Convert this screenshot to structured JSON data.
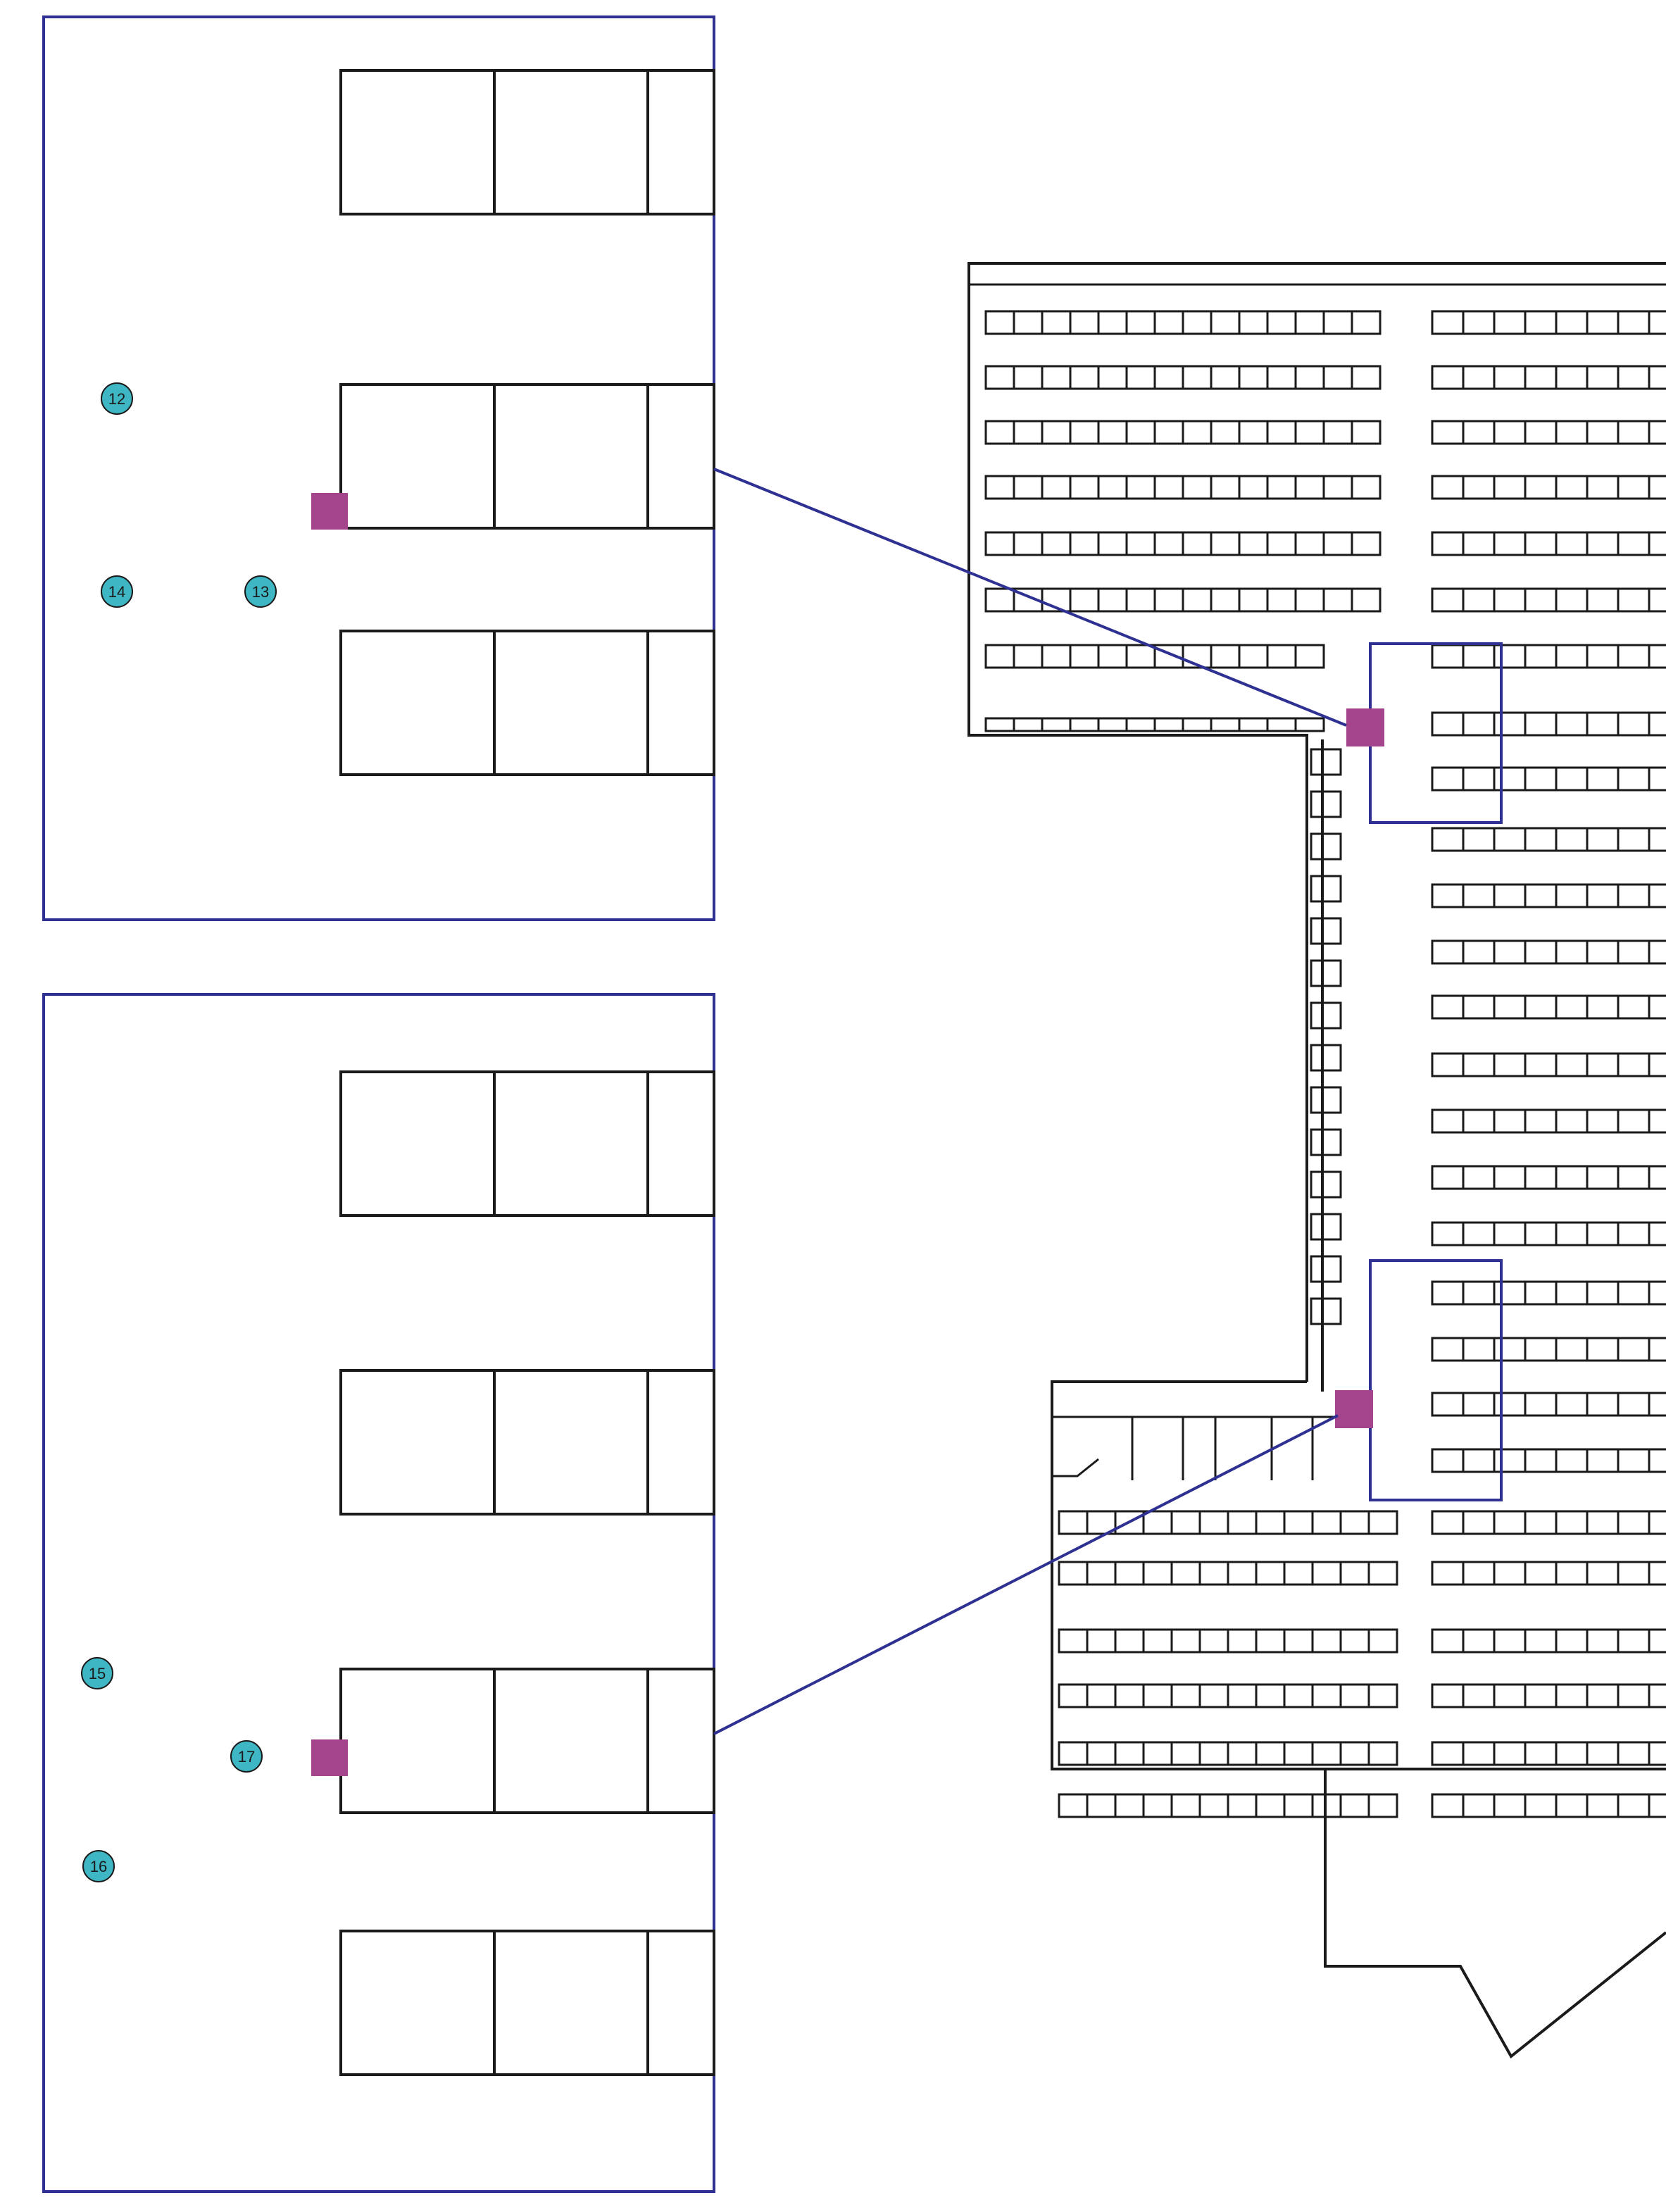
{
  "colors": {
    "frame_blue": "#2e3192",
    "sensor_magenta": "#a3448d",
    "marker_teal": "#3fb6c3",
    "wall_black": "#1a1a1a"
  },
  "markers": [
    {
      "id": "m12",
      "label": "12"
    },
    {
      "id": "m13",
      "label": "13"
    },
    {
      "id": "m14",
      "label": "14"
    },
    {
      "id": "m15",
      "label": "15"
    },
    {
      "id": "m16",
      "label": "16"
    },
    {
      "id": "m17",
      "label": "17"
    }
  ],
  "legend_icons": {
    "sensor": "sensor-square-icon",
    "marker": "numbered-circle-icon"
  }
}
